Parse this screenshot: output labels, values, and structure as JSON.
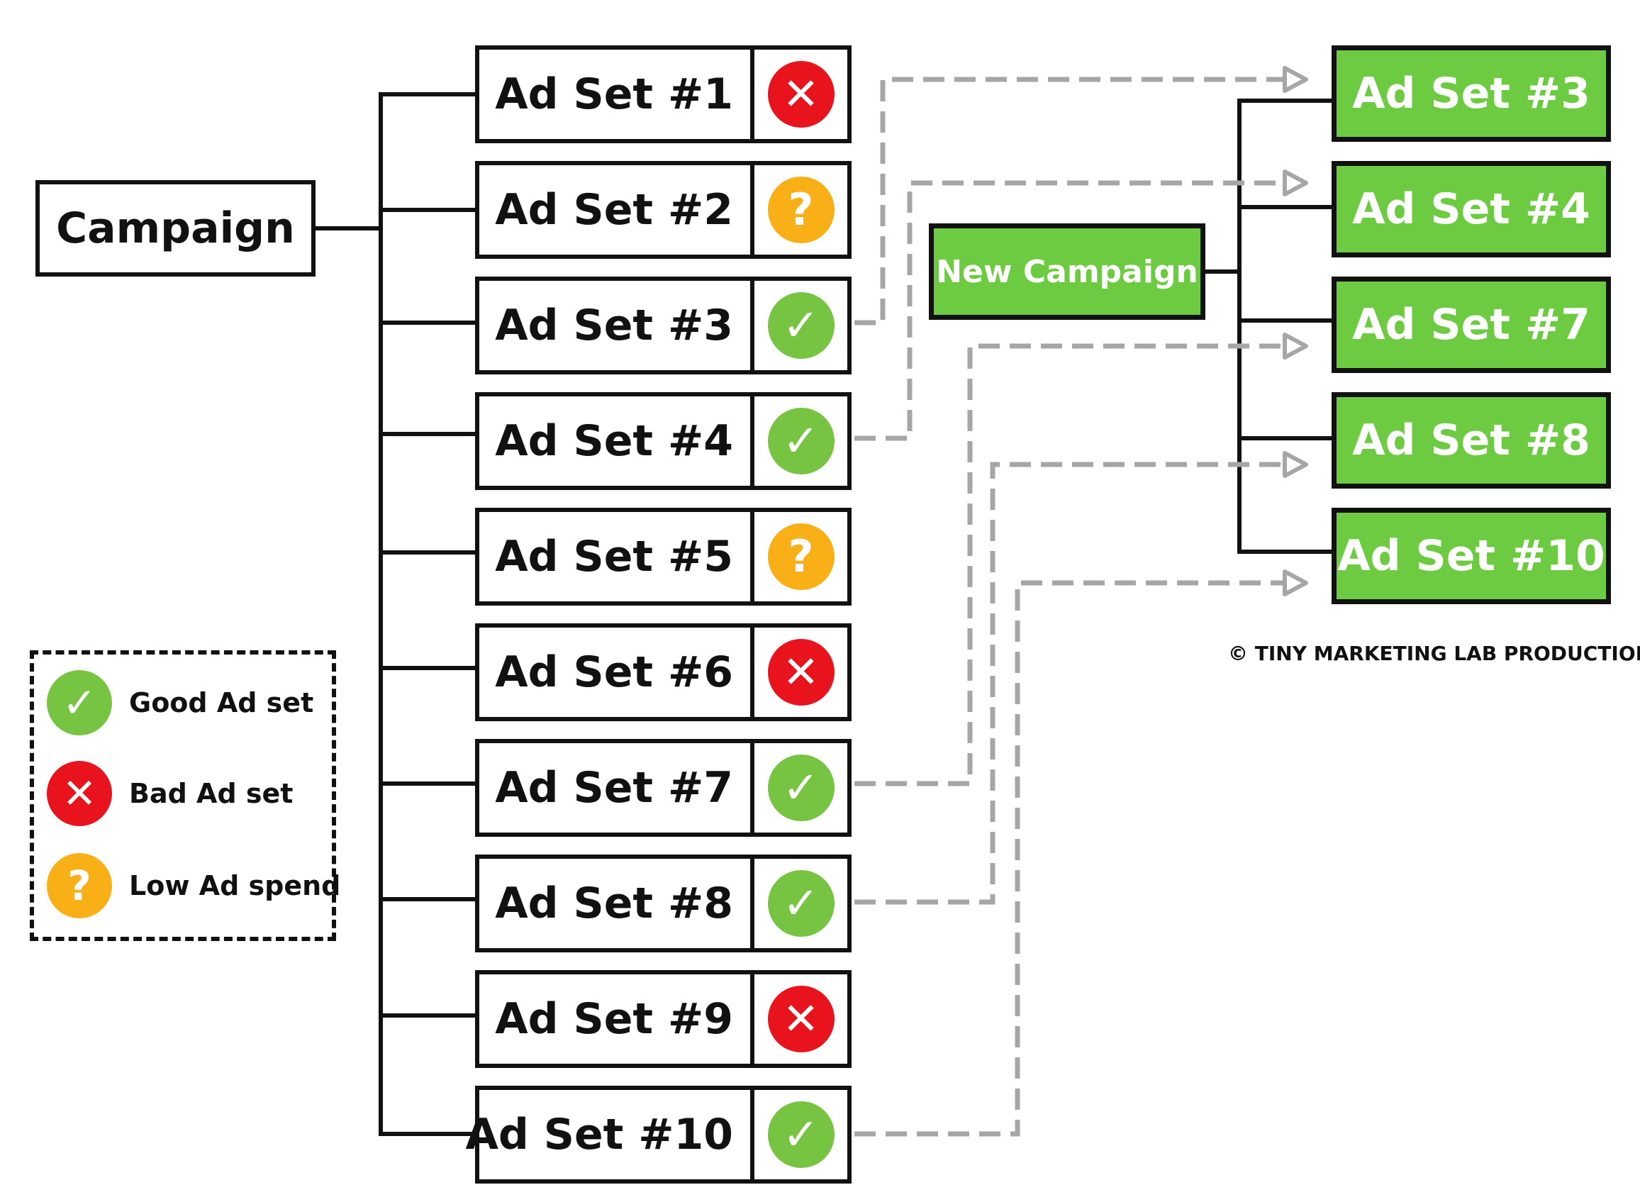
{
  "campaign": {
    "label": "Campaign"
  },
  "ad_sets": [
    {
      "label": "Ad Set #1",
      "status": "bad"
    },
    {
      "label": "Ad Set #2",
      "status": "low"
    },
    {
      "label": "Ad Set #3",
      "status": "good"
    },
    {
      "label": "Ad Set #4",
      "status": "good"
    },
    {
      "label": "Ad Set #5",
      "status": "low"
    },
    {
      "label": "Ad Set #6",
      "status": "bad"
    },
    {
      "label": "Ad Set #7",
      "status": "good"
    },
    {
      "label": "Ad Set #8",
      "status": "good"
    },
    {
      "label": "Ad Set #9",
      "status": "bad"
    },
    {
      "label": "Ad Set #10",
      "status": "good"
    }
  ],
  "new_campaign": {
    "label": "New Campaign",
    "ad_sets": [
      {
        "label": "Ad Set #3"
      },
      {
        "label": "Ad Set #4"
      },
      {
        "label": "Ad Set #7"
      },
      {
        "label": "Ad Set #8"
      },
      {
        "label": "Ad Set #10"
      }
    ]
  },
  "legend": [
    {
      "label": "Good Ad set",
      "status": "good"
    },
    {
      "label": "Bad Ad set",
      "status": "bad"
    },
    {
      "label": "Low Ad spend",
      "status": "low"
    }
  ],
  "status_icons": {
    "good": {
      "glyph": "✓",
      "icon": "check-circle-icon",
      "color": "#76c442"
    },
    "bad": {
      "glyph": "✕",
      "icon": "x-circle-icon",
      "color": "#e8131c"
    },
    "low": {
      "glyph": "?",
      "icon": "question-circle-icon",
      "color": "#f8b016"
    }
  },
  "credit": "© TINY MARKETING LAB PRODUCTION"
}
